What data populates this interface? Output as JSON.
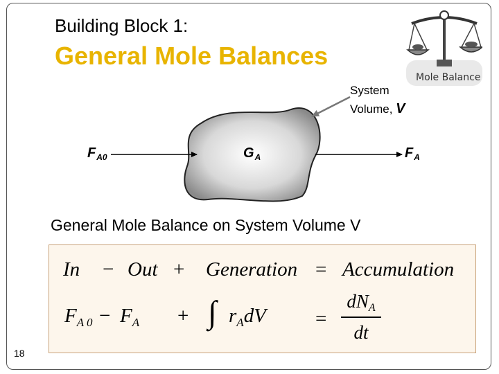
{
  "slide": {
    "subtitle": "Building Block 1:",
    "title": "General Mole Balances",
    "logo_label": "Mole Balance",
    "page_number": "18"
  },
  "diagram": {
    "system_label_line1": "System",
    "system_label_line2": "Volume,",
    "system_label_var": "V",
    "inlet_label": "F",
    "inlet_sub": "A0",
    "generation_label": "G",
    "generation_sub": "A",
    "outlet_label": "F",
    "outlet_sub": "A"
  },
  "caption": "General Mole Balance on System Volume V",
  "equation": {
    "row1": {
      "in": "In",
      "minus": "−",
      "out": "Out",
      "plus": "+",
      "generation": "Generation",
      "equals": "=",
      "accumulation": "Accumulation"
    },
    "row2": {
      "fa0": "F",
      "fa0_sub": "A 0",
      "minus": "−",
      "fa": "F",
      "fa_sub": "A",
      "plus": "+",
      "integral": "∫",
      "ra": "r",
      "ra_sub": "A",
      "dv": "dV",
      "equals": "=",
      "numerator": "dN",
      "numerator_sub": "A",
      "denominator": "dt"
    }
  }
}
